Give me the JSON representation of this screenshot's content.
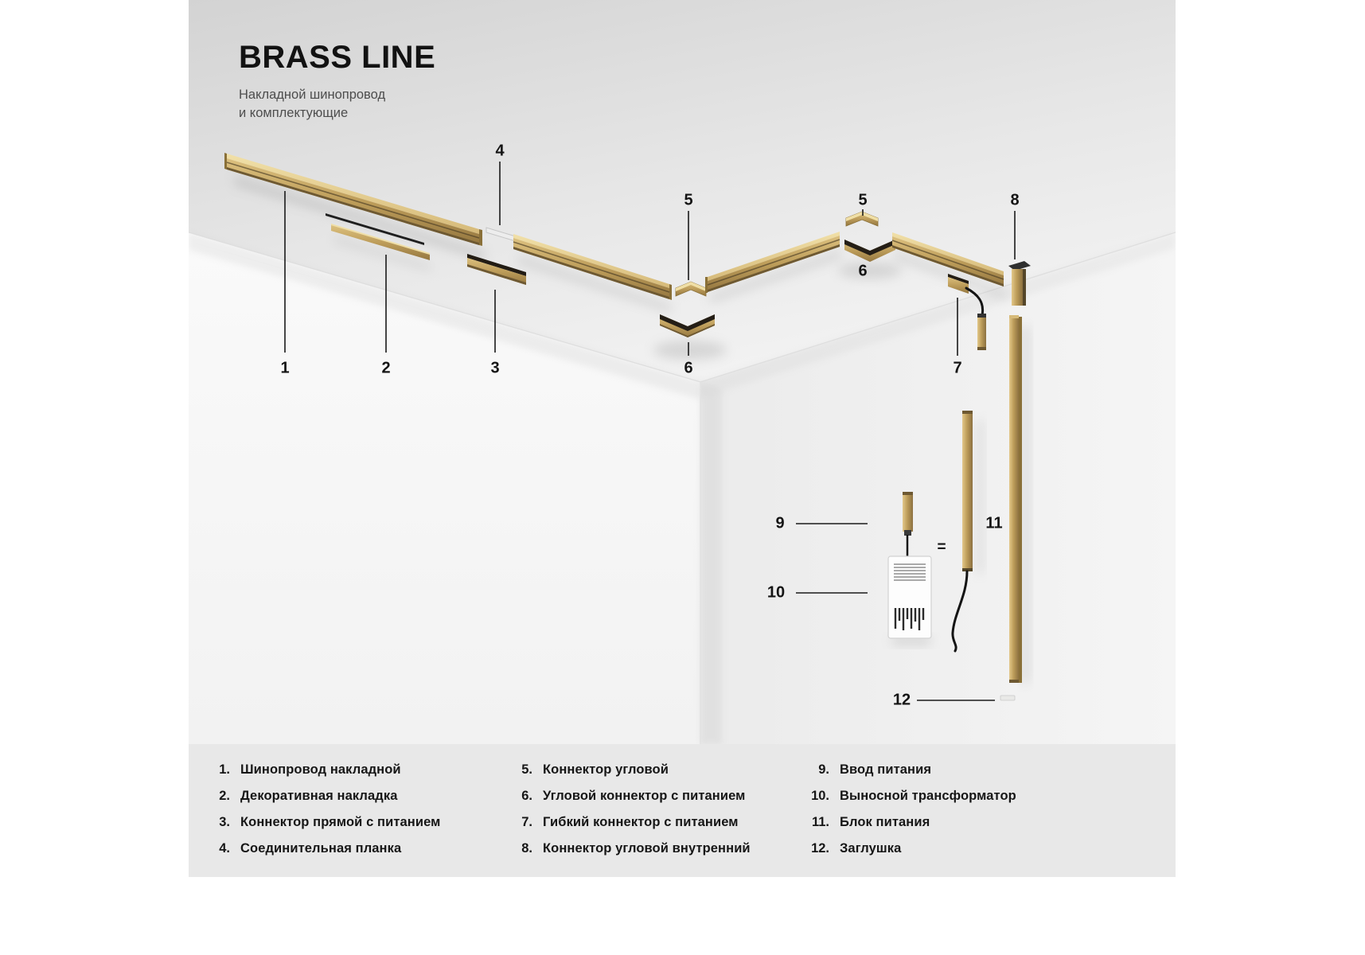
{
  "header": {
    "title": "BRASS LINE",
    "subtitle_line1": "Накладной шинопровод",
    "subtitle_line2": "и комплектующие"
  },
  "diagram": {
    "callouts": {
      "n1": "1",
      "n2": "2",
      "n3": "3",
      "n4": "4",
      "n5a": "5",
      "n6a": "6",
      "n5b": "5",
      "n6b": "6",
      "n7": "7",
      "n8": "8",
      "n9": "9",
      "n10": "10",
      "n11": "11",
      "n12": "12",
      "equals": "="
    },
    "colors": {
      "brass": "#bd9d5a",
      "brass_light": "#f0dfa6",
      "brass_dark": "#6e5932",
      "leader_line": "#1a1a1a"
    }
  },
  "legend": {
    "columns": [
      {
        "items": [
          {
            "number": "1.",
            "label": "Шинопровод накладной"
          },
          {
            "number": "2.",
            "label": "Декоративная накладка"
          },
          {
            "number": "3.",
            "label": "Коннектор прямой с питанием"
          },
          {
            "number": "4.",
            "label": "Соединительная планка"
          }
        ]
      },
      {
        "items": [
          {
            "number": "5.",
            "label": "Коннектор угловой"
          },
          {
            "number": "6.",
            "label": "Угловой коннектор с питанием"
          },
          {
            "number": "7.",
            "label": "Гибкий коннектор с питанием"
          },
          {
            "number": "8.",
            "label": "Коннектор угловой внутренний"
          }
        ]
      },
      {
        "items": [
          {
            "number": "9.",
            "label": "Ввод питания"
          },
          {
            "number": "10.",
            "label": "Выносной трансформатор"
          },
          {
            "number": "11.",
            "label": "Блок питания"
          },
          {
            "number": "12.",
            "label": "Заглушка"
          }
        ]
      }
    ]
  }
}
